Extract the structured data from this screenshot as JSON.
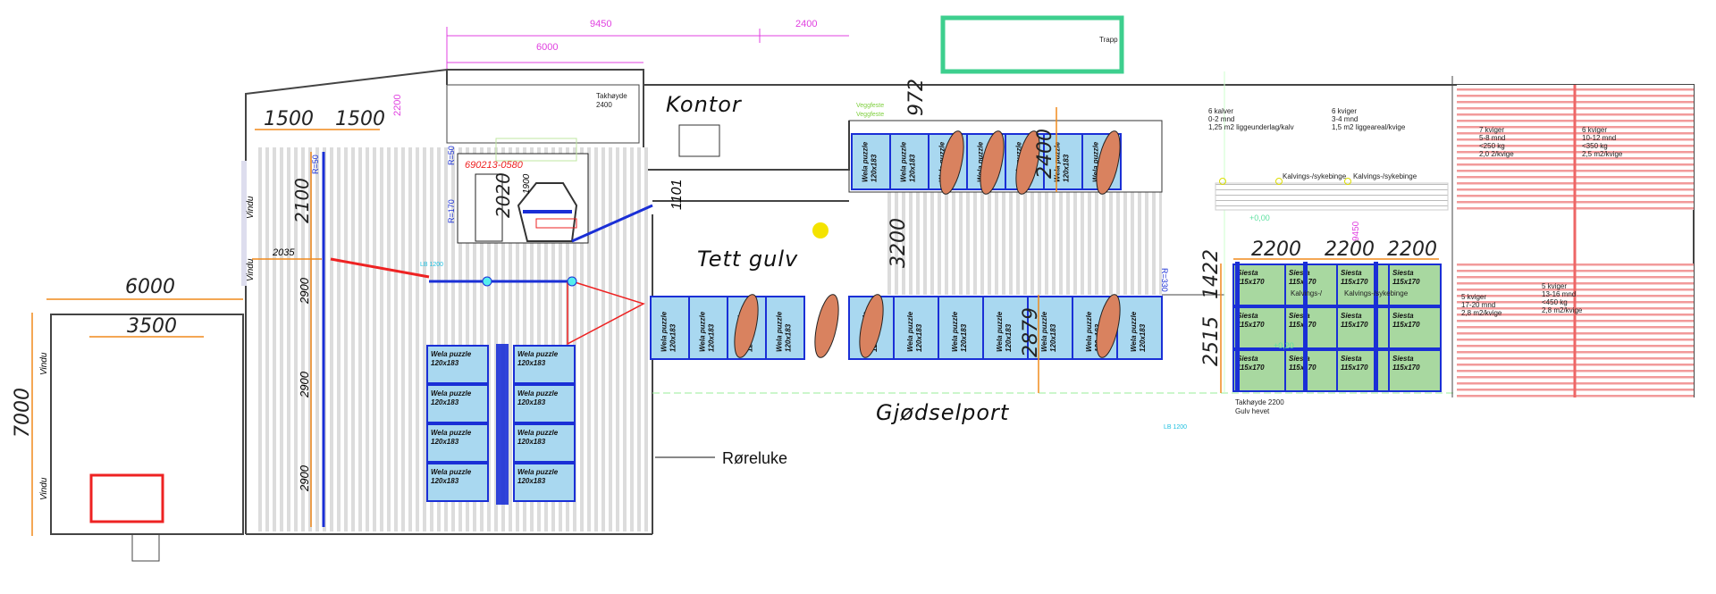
{
  "rooms": {
    "kontor": "Kontor",
    "tett_gulv": "Tett gulv",
    "gjodselport": "Gjødselport",
    "roreluke": "Røreluke",
    "trapp": "Trapp",
    "takhoyde": [
      "Takhøyde",
      "2400"
    ]
  },
  "windows": [
    "Vindu",
    "Vindu",
    "Vindu",
    "Vindu"
  ],
  "dimensions": {
    "top_9450": "9450",
    "top_2400": "2400",
    "top_6000": "6000",
    "v_2200": "2200",
    "d1500a": "1500",
    "d1500b": "1500",
    "d2035": "2035",
    "d2100": "2100",
    "d2900a": "2900",
    "d2900b": "2900",
    "d2900c": "2900",
    "d6000": "6000",
    "d3500": "3500",
    "d7000": "7000",
    "d2020": "2020",
    "d1900": "1900",
    "d1101": "1101",
    "d972": "972",
    "d2400": "2400",
    "d3200": "3200",
    "d2879": "2879",
    "d2200a": "2200",
    "d2200b": "2200",
    "d2200c": "2200",
    "d1422": "1422",
    "d2515": "2515",
    "v9450": "9450",
    "r50a": "R=50",
    "r50b": "R=50",
    "r170": "R=170",
    "r330": "R=330"
  },
  "equipment_label": "690213-0580",
  "lb_labels": [
    "LB 1200",
    "LB 1200"
  ],
  "levels": [
    "+0,00",
    "+0,20"
  ],
  "veggfeste": [
    "Veggfeste",
    "Veggfeste"
  ],
  "pen_notes": {
    "kalver": [
      "6 kalver",
      "0-2 mnd",
      "1,25 m2 liggeunderlag/kalv"
    ],
    "kviger34": [
      "6 kviger",
      "3-4 mnd",
      "1,5 m2 liggeareal/kvige"
    ],
    "kvige58": [
      "7 kviger",
      "5-8 mnd",
      "<250 kg",
      "2,0 2/kvige"
    ],
    "kvige1012": [
      "6 kviger",
      "10-12 mnd",
      "<350 kg",
      "2,5 m2/kvige"
    ],
    "kvige1720": [
      "5 kviger",
      "17-20 mnd",
      "2,8 m2/kvige"
    ],
    "kvige1316": [
      "5 kviger",
      "13-16 mnd",
      "<450 kg",
      "2,8 m2/kvige"
    ],
    "kalvings": [
      "Kalvings-/sykebinge",
      "Kalvings-/sykebinge",
      "Kalvings-/",
      "Kalvings-/sykebinge"
    ],
    "gulv": [
      "Takhøyde 2200",
      "Gulv hevet"
    ]
  },
  "wela": {
    "name": "Wela puzzle",
    "size": "120x183"
  },
  "siesta": {
    "name": "Siesta",
    "size": "115x170"
  },
  "colors": {
    "wall": "#444444",
    "dimension": "#f08a1c",
    "rail": "#1a2fd6",
    "mat": "#a9d8f0",
    "siesta": "#a8d8a0",
    "pen": "#f08080",
    "animal": "#d9825f"
  }
}
